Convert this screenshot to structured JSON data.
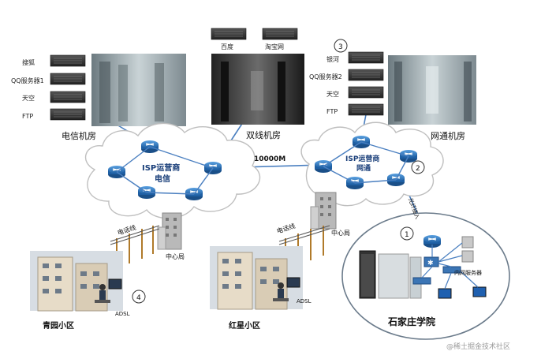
{
  "telecom_room": {
    "title": "电信机房",
    "servers": [
      "搜狐",
      "QQ服务器1",
      "天空",
      "FTP"
    ]
  },
  "dual_room": {
    "title": "双线机房",
    "servers": [
      "百度",
      "淘宝网"
    ]
  },
  "unicom_room": {
    "title": "网通机房",
    "servers": [
      "银河",
      "QQ服务器2",
      "天空",
      "FTP"
    ]
  },
  "isp_telecom": {
    "line1": "ISP运营商",
    "line2": "电信"
  },
  "isp_unicom": {
    "line1": "ISP运营商",
    "line2": "网通"
  },
  "backbone_label": "10000M",
  "fiber_label": "光纤接入",
  "central_office": [
    "中心局",
    "中心局"
  ],
  "phone_line": [
    "电话线",
    "电话线"
  ],
  "adsl": [
    "ADSL",
    "ADSL"
  ],
  "communities": [
    "青园小区",
    "红星小区"
  ],
  "campus": {
    "name": "石家庄学院",
    "intranet_server": "内网服务器"
  },
  "markers": [
    "1",
    "2",
    "3",
    "4"
  ],
  "watermark": "@稀土掘金技术社区",
  "colors": {
    "link": "#4a7fc0",
    "router": "#1f6fb5",
    "cloud_fill": "#ffffff",
    "cloud_stroke": "#bfbfbf"
  }
}
